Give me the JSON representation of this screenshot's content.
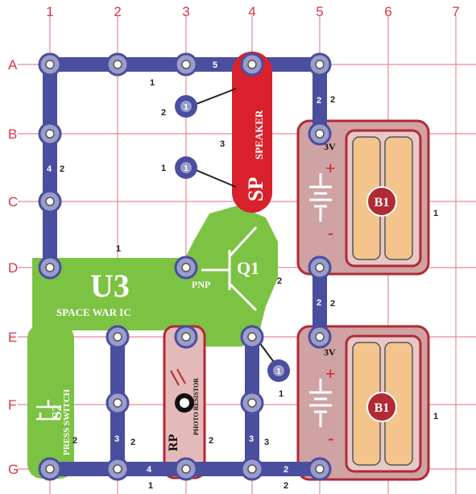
{
  "grid": {
    "columns": [
      "1",
      "2",
      "3",
      "4",
      "5",
      "6",
      "7"
    ],
    "rows": [
      "A",
      "B",
      "C",
      "D",
      "E",
      "F",
      "G"
    ]
  },
  "components": {
    "speaker": {
      "label": "SP",
      "text": "SPEAKER",
      "color": "#d8212c"
    },
    "ic": {
      "label": "U3",
      "text": "SPACE WAR IC",
      "color": "#7cc243"
    },
    "transistor": {
      "label": "Q1",
      "type": "PNP",
      "color": "#7cc243"
    },
    "switch": {
      "label": "S2",
      "text": "PRESS SWITCH",
      "color": "#7cc243"
    },
    "photoresistor": {
      "label": "RP",
      "text": "PHOTO RESISTOR"
    },
    "battery_top": {
      "label": "B1",
      "voltage": "3V",
      "plus": "+",
      "minus": "-"
    },
    "battery_bottom": {
      "label": "B1",
      "voltage": "3V",
      "plus": "+",
      "minus": "-"
    }
  },
  "wire_numbers": {
    "top_wire": "5",
    "left_wire": "4",
    "right_top_wire": "2",
    "right_mid_wire": "2",
    "mid_wire_2": "3",
    "mid_wire_4": "3",
    "bottom_wire_left": "4",
    "bottom_wire_right": "2"
  },
  "level_labels": {
    "a3": "1",
    "b3_left": "2",
    "c3_left": "1",
    "sp_right": "3",
    "left_wire": "2",
    "d2_top": "1",
    "q1_right": "2",
    "mid_right": "2",
    "b5_right": "2",
    "batt_top": "1",
    "e5_below": "1",
    "batt_bottom": "1",
    "s2_right": "2",
    "col2_right": "2",
    "col4_right": "3",
    "g_bottom_left": "1",
    "g_bottom_right": "2",
    "rp_right": "2",
    "b3_tab": "1",
    "c3_tab": "1",
    "e5_tab": "1"
  }
}
